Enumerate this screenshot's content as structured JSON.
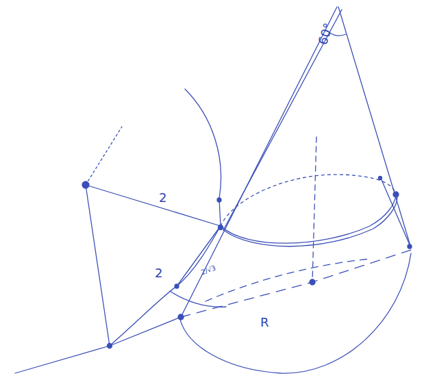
{
  "diagram": {
    "labels": [
      "60°",
      "2",
      "2",
      "2/√3",
      "R"
    ]
  }
}
